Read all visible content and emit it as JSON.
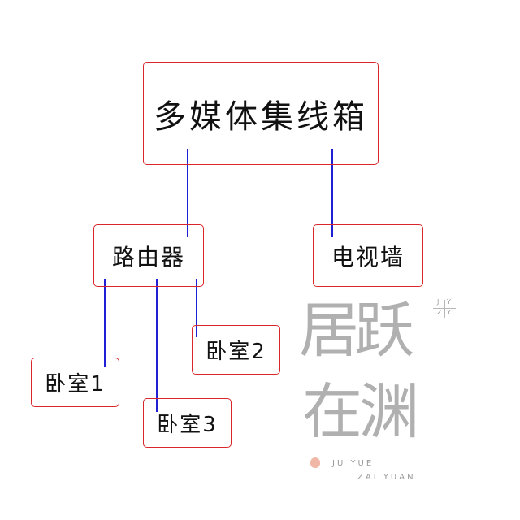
{
  "diagram": {
    "root": {
      "label": "多媒体集线箱"
    },
    "level2": [
      {
        "id": "router",
        "label": "路由器"
      },
      {
        "id": "tv-wall",
        "label": "电视墙"
      }
    ],
    "level3": [
      {
        "id": "bedroom-1",
        "label": "卧室1",
        "parent": "router"
      },
      {
        "id": "bedroom-2",
        "label": "卧室2",
        "parent": "router"
      },
      {
        "id": "bedroom-3",
        "label": "卧室3",
        "parent": "router"
      }
    ],
    "colors": {
      "box_border": "#d9262b",
      "connector": "#1f1fd6",
      "background": "#ffffff"
    }
  },
  "watermark": {
    "chars_row1": "居跃",
    "chars_row2": "在渊",
    "line1": "JU YUE",
    "line2": "ZAI YUAN",
    "corner": {
      "tl": "J",
      "tr": "Y",
      "bl": "Z",
      "br": "Y"
    },
    "mark_color": "#f0b6a6"
  }
}
